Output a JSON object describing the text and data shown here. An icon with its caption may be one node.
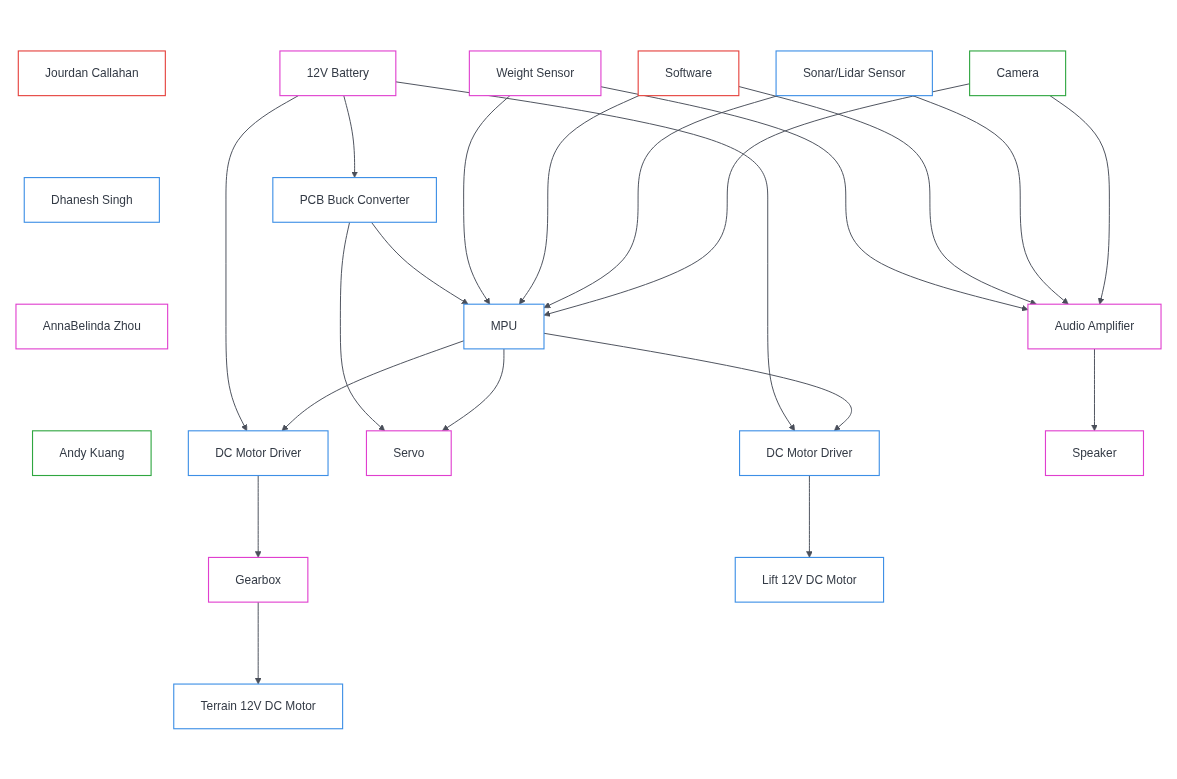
{
  "diagram": {
    "nodes": [
      {
        "text": [
          "Camera"
        ]
      },
      {
        "text": [
          "Sonar/Lidar Sensor"
        ]
      },
      {
        "text": [
          "Software"
        ]
      },
      {
        "text": [
          "Weight Sensor"
        ]
      },
      {
        "text": [
          "Speaker"
        ]
      },
      {
        "text": [
          "Jourdan Callahan"
        ]
      },
      {
        "text": [
          "Audio Amplifier"
        ]
      },
      {
        "text": [
          "DC Motor Driver"
        ]
      },
      {
        "text": [
          "MPU"
        ]
      },
      {
        "text": [
          "DC Motor Driver"
        ]
      },
      {
        "text": [
          "Dhanesh Singh"
        ]
      },
      {
        "text": [
          "Gearbox"
        ]
      },
      {
        "text": [
          "PCB Buck Converter"
        ]
      },
      {
        "text": [
          "Lift 12V DC Motor"
        ]
      },
      {
        "text": [
          "AnnaBelinda Zhou"
        ]
      },
      {
        "text": [
          "Terrain 12V DC Motor"
        ]
      },
      {
        "text": [
          "12V Battery"
        ]
      },
      {
        "text": [
          "Servo"
        ]
      },
      {
        "text": [
          "Andy Kuang"
        ]
      }
    ],
    "edges": [
      {
        "from": 0,
        "to": 8,
        "arrow": "to"
      },
      {
        "from": 1,
        "to": 8,
        "arrow": "to"
      },
      {
        "from": 2,
        "to": 8,
        "arrow": "to"
      },
      {
        "from": 3,
        "to": 8,
        "arrow": "to"
      },
      {
        "from": 0,
        "to": 6,
        "arrow": "to"
      },
      {
        "from": 1,
        "to": 6,
        "arrow": "to"
      },
      {
        "from": 2,
        "to": 6,
        "arrow": "to"
      },
      {
        "from": 3,
        "to": 6,
        "arrow": "to"
      },
      {
        "from": 6,
        "to": 4,
        "arrow": "to"
      },
      {
        "from": 8,
        "to": 7,
        "arrow": "to"
      },
      {
        "from": 8,
        "to": 9,
        "arrow": "to"
      },
      {
        "from": 8,
        "to": 17,
        "arrow": "to"
      },
      {
        "from": 12,
        "to": 17,
        "arrow": "to"
      },
      {
        "from": 7,
        "to": 11,
        "arrow": "to"
      },
      {
        "from": 11,
        "to": 15,
        "arrow": "to"
      },
      {
        "from": 9,
        "to": 13,
        "arrow": "to"
      },
      {
        "from": 12,
        "to": 8,
        "arrow": "to"
      },
      {
        "from": 16,
        "to": 12,
        "arrow": "to"
      },
      {
        "from": 16,
        "to": 7,
        "arrow": "to"
      },
      {
        "from": 16,
        "to": 9,
        "arrow": "to"
      }
    ]
  }
}
